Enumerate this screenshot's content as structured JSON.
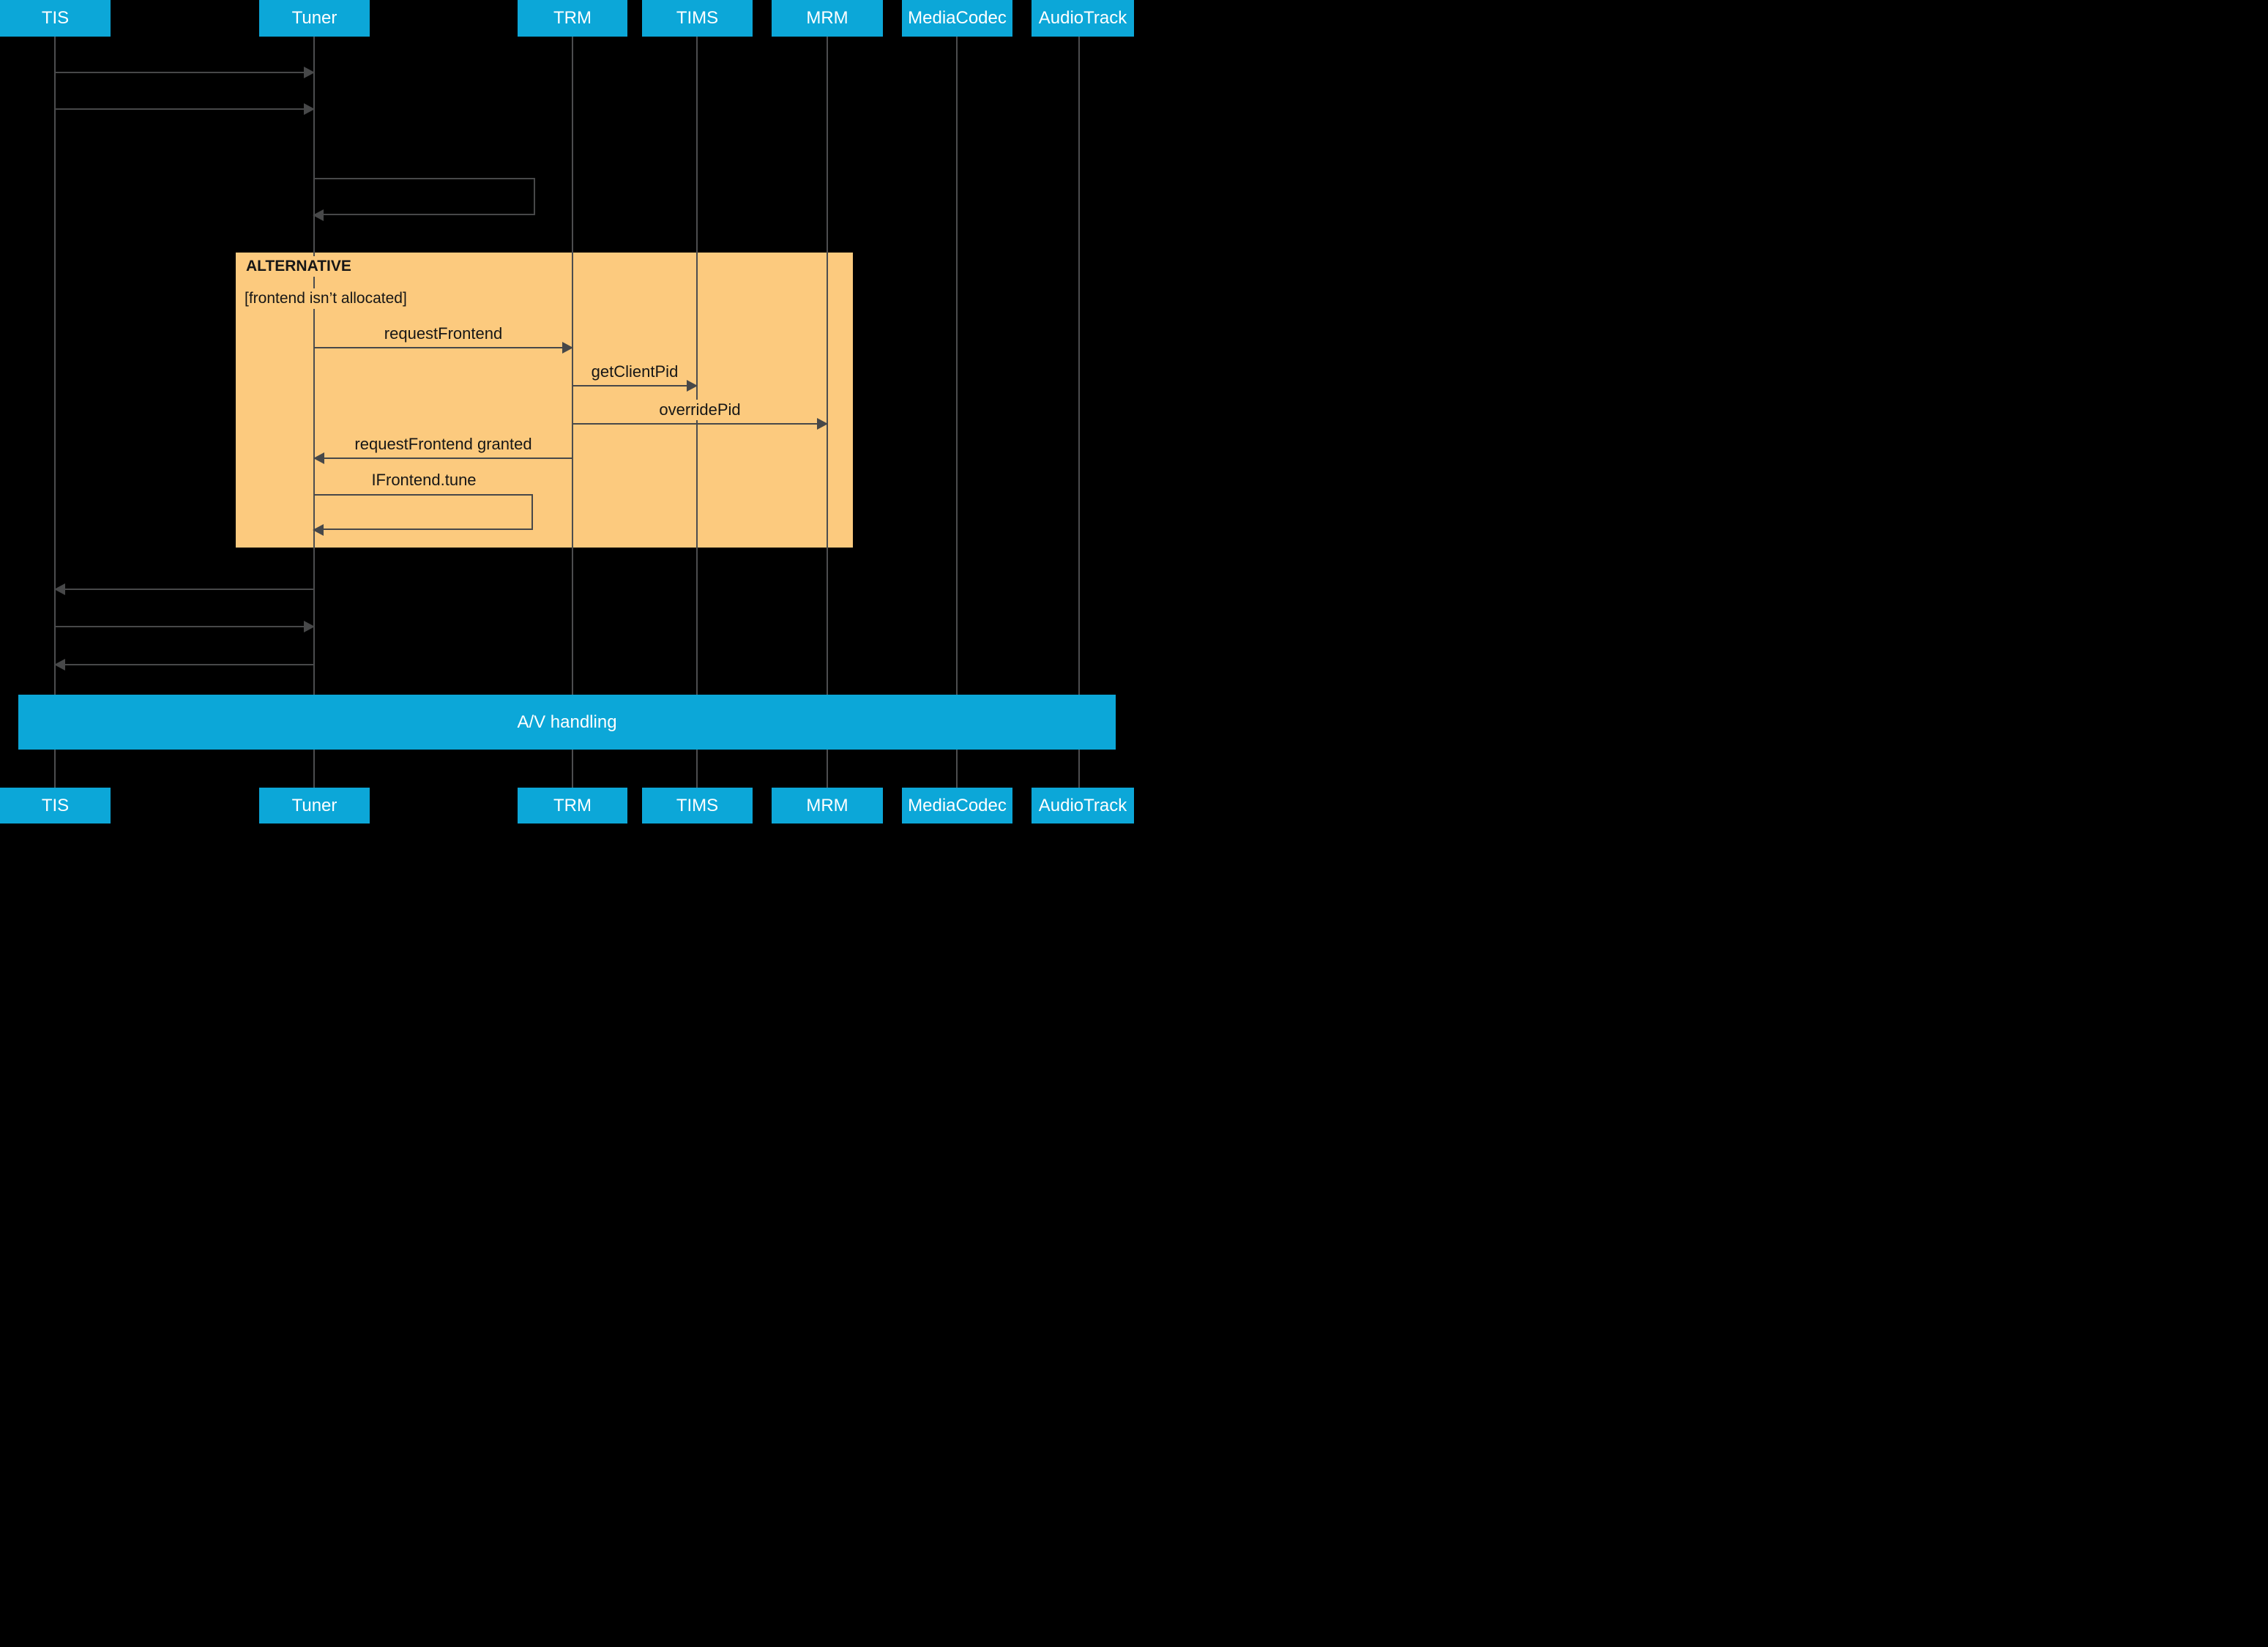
{
  "diagram": {
    "participants": [
      {
        "label": "TIS"
      },
      {
        "label": "Tuner"
      },
      {
        "label": "TRM"
      },
      {
        "label": "TIMS"
      },
      {
        "label": "MRM"
      },
      {
        "label": "MediaCodec"
      },
      {
        "label": "AudioTrack"
      }
    ],
    "alt_block": {
      "title": "ALTERNATIVE",
      "guard": "[frontend isn’t allocated]",
      "messages": {
        "request_frontend": "requestFrontend",
        "get_client_pid": "getClientPid",
        "override_pid": "overridePid",
        "request_frontend_granted": "requestFrontend granted",
        "ifrontend_tune": "IFrontend.tune"
      }
    },
    "av_bar": {
      "label": "A/V handling"
    },
    "colors": {
      "participant_box": "#0ca7d8",
      "alt_background": "#fcca7e",
      "background": "#000000",
      "lifeline": "#4c4d4f",
      "arrow": "#474849",
      "participant_text": "#ffffff",
      "message_text": "#161616"
    }
  }
}
